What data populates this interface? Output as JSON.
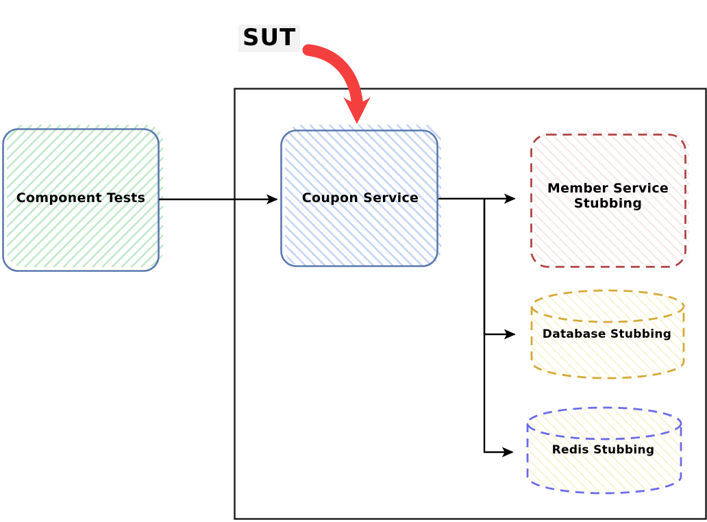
{
  "diagram": {
    "type": "component-test-architecture",
    "title_label": "SUT",
    "annotation": {
      "text": "SUT",
      "arrow": "red-curved-arrow-to-coupon-service",
      "color": "#f43f3f",
      "highlight_background": "#f2f2f2"
    },
    "boundary": {
      "name": "sut-boundary",
      "stroke": "#1a1a1a",
      "style": "solid"
    },
    "nodes": [
      {
        "id": "component-tests",
        "label": "Component Tests",
        "shape": "rounded-rect",
        "border_style": "solid",
        "border_color": "#5a79ae",
        "hatch_color": "#b7e4c0",
        "fill": "#ffffff",
        "inside_sut": false
      },
      {
        "id": "coupon-service",
        "label": "Coupon Service",
        "shape": "rounded-rect",
        "border_style": "solid",
        "border_color": "#5a79ae",
        "hatch_color": "#b8cdf0",
        "fill": "#ffffff",
        "inside_sut": true
      },
      {
        "id": "member-service-stubbing",
        "label": "Member Service\nStubbing",
        "shape": "rounded-rect",
        "border_style": "dashed",
        "border_color": "#b04545",
        "hatch_color": "#f3e3e3",
        "fill": "#ffffff",
        "inside_sut": true
      },
      {
        "id": "database-stubbing",
        "label": "Database Stubbing",
        "shape": "cylinder",
        "border_style": "dashed",
        "border_color": "#d4aa38",
        "hatch_color": "#f6eec4",
        "fill": "#ffffff",
        "inside_sut": true
      },
      {
        "id": "redis-stubbing",
        "label": "Redis Stubbing",
        "shape": "cylinder",
        "border_style": "dashed",
        "border_color": "#6b6be8",
        "hatch_color": "#f7efcf",
        "fill": "#ffffff",
        "inside_sut": true
      }
    ],
    "edges": [
      {
        "id": "edge-tests-to-coupon",
        "from": "component-tests",
        "to": "coupon-service",
        "arrow": "single",
        "color": "#000000"
      },
      {
        "id": "edge-coupon-to-member",
        "from": "coupon-service",
        "to": "member-service-stubbing",
        "arrow": "single",
        "color": "#000000"
      },
      {
        "id": "edge-coupon-to-db",
        "from": "coupon-service",
        "to": "database-stubbing",
        "arrow": "single",
        "color": "#000000"
      },
      {
        "id": "edge-coupon-to-redis",
        "from": "coupon-service",
        "to": "redis-stubbing",
        "arrow": "single",
        "color": "#000000"
      }
    ]
  }
}
